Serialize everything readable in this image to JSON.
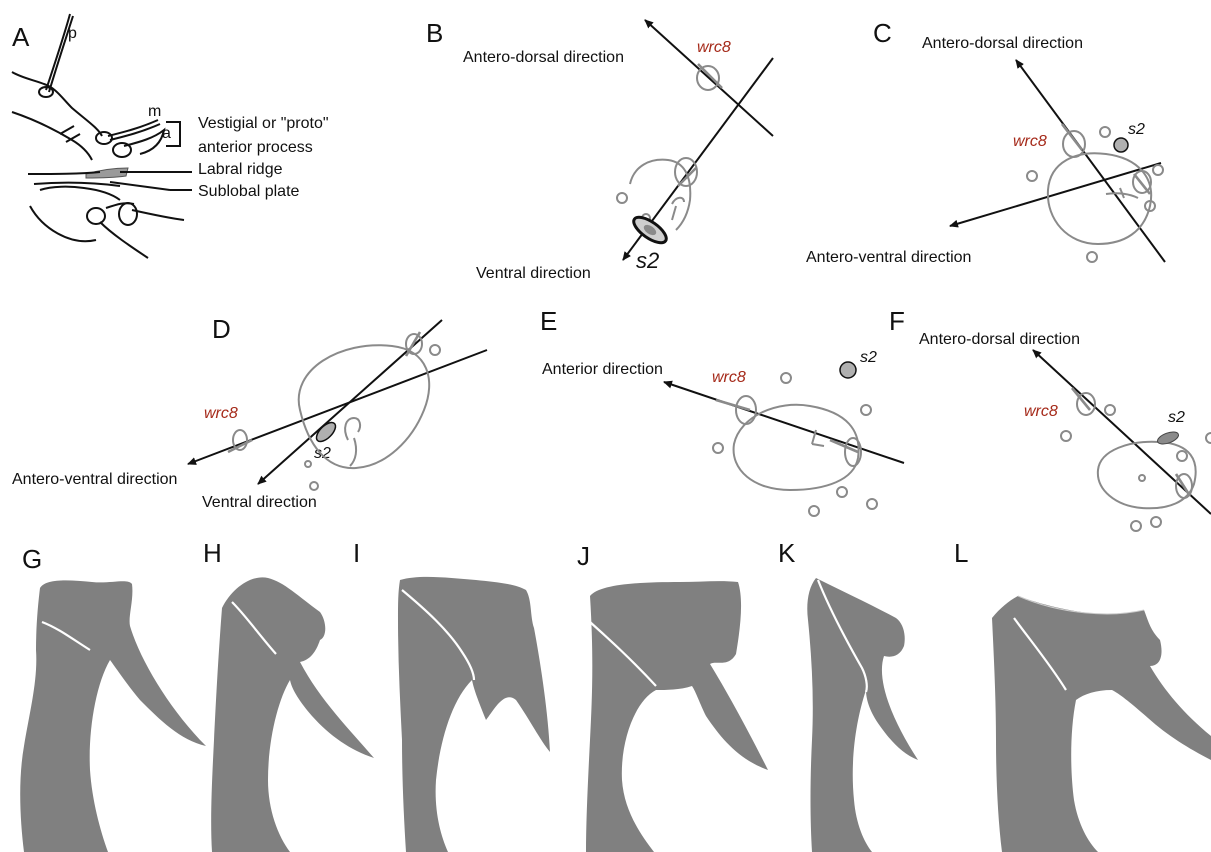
{
  "figure": {
    "panels": {
      "A": {
        "letter": "A",
        "labels": {
          "p": "p",
          "m": "m",
          "a": "a",
          "vestigial_line1": "Vestigial or \"proto\"",
          "vestigial_line2": "anterior process",
          "labral_ridge": "Labral ridge",
          "sublobal_plate": "Sublobal plate"
        }
      },
      "B": {
        "letter": "B",
        "dir1": "Antero-dorsal direction",
        "dir2": "Ventral direction",
        "wrc8": "wrc8",
        "s2": "s2"
      },
      "C": {
        "letter": "C",
        "dir1": "Antero-dorsal direction",
        "dir2": "Antero-ventral direction",
        "wrc8": "wrc8",
        "s2": "s2"
      },
      "D": {
        "letter": "D",
        "dir1": "Antero-ventral direction",
        "dir2": "Ventral direction",
        "wrc8": "wrc8",
        "s2": "s2"
      },
      "E": {
        "letter": "E",
        "dir1": "Anterior direction",
        "wrc8": "wrc8",
        "s2": "s2"
      },
      "F": {
        "letter": "F",
        "dir1": "Antero-dorsal direction",
        "wrc8": "wrc8",
        "s2": "s2"
      },
      "G": {
        "letter": "G"
      },
      "H": {
        "letter": "H"
      },
      "I": {
        "letter": "I"
      },
      "J": {
        "letter": "J"
      },
      "K": {
        "letter": "K"
      },
      "L": {
        "letter": "L"
      }
    },
    "colors": {
      "wrc8_label": "#a52a1a",
      "outline_gray": "#8a8a8a",
      "claw_fill": "#808080",
      "line": "#111111"
    }
  }
}
